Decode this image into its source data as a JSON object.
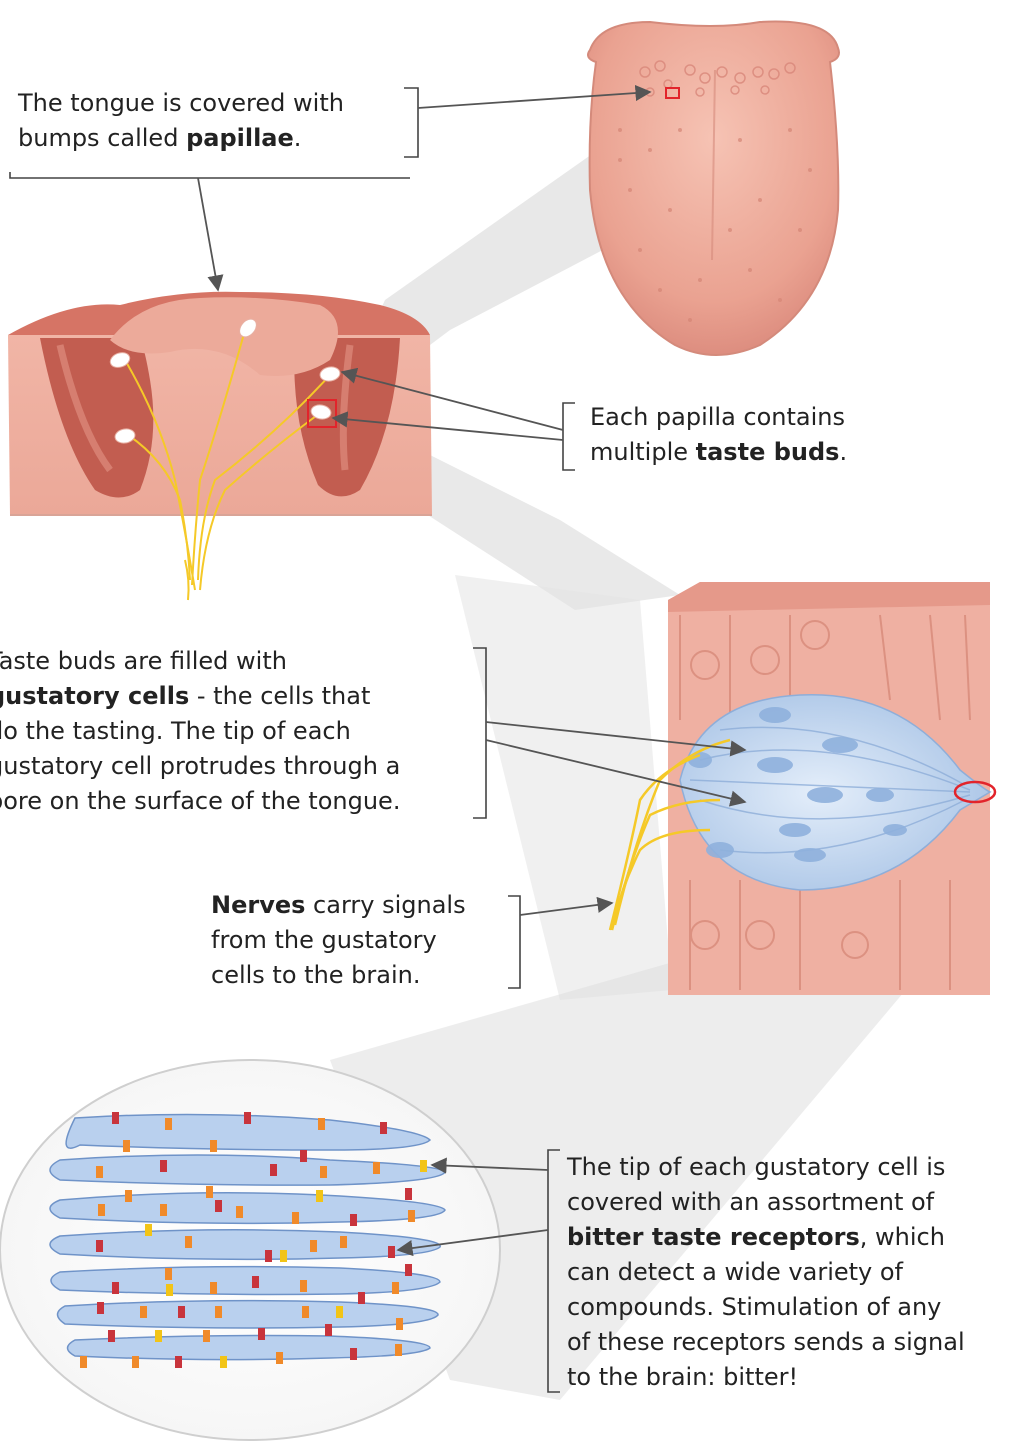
{
  "captions": {
    "papillae": {
      "pre": "The tongue is covered with",
      "line2_pre": "bumps called ",
      "bold": "papillae",
      "post": "."
    },
    "taste_buds": {
      "line1": "Each papilla contains",
      "line2_pre": "multiple ",
      "bold": "taste buds",
      "post": "."
    },
    "gustatory": {
      "line1": "Taste buds are filled with",
      "line2_bold": "gustatory cells",
      "line2_post": " - the cells that",
      "line3": "do the tasting. The tip of each",
      "line4": "gustatory cell protrudes through a",
      "line5": "pore on the surface of the tongue."
    },
    "nerves": {
      "bold": "Nerves",
      "line1_post": " carry signals",
      "line2": "from the gustatory",
      "line3": "cells to the brain."
    },
    "receptors": {
      "line1": "The tip of each gustatory cell is",
      "line2": "covered with an assortment of",
      "line3_bold": "bitter taste receptors",
      "line3_post": ", which",
      "line4": "can detect a wide variety of",
      "line5": "compounds. Stimulation of any",
      "line6": "of these receptors sends a signal",
      "line7": "to the brain: bitter!"
    }
  },
  "colors": {
    "tissue": "#e8a597",
    "tissue_dark": "#c76a5c",
    "nerve": "#f2c417",
    "cell_blue": "#bcd3ee",
    "receptor_red": "#c8343c",
    "receptor_orange": "#f08a2a",
    "zoom_gray": "#dcdcdc",
    "highlight_red": "#e2242b"
  }
}
